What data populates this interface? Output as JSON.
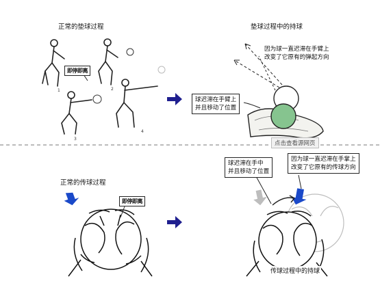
{
  "top_left": {
    "title": "正常的垫球过程",
    "tag": "即停即离",
    "step_numbers": [
      "1",
      "2",
      "3",
      "4"
    ]
  },
  "top_right": {
    "title": "垫球过程中的持球",
    "callout_ball": "球迟滞在手臂上\n并且移动了位置",
    "callout_direction": "因为球一直迟滞在手臂上\n改变了它原有的弹起方向",
    "link_tab": "点击查看源网页"
  },
  "bottom_left": {
    "title": "正常的传球过程",
    "tag": "即停即离"
  },
  "bottom_right": {
    "callout_ball": "球迟滞在手中\n并且移动了位置",
    "callout_direction": "因为球一直迟滞在手掌上\n改变了它原有的传球方向",
    "caption": "传球过程中的持球"
  },
  "colors": {
    "arrow_blue": "#1f1f8f",
    "up_blue": "#1a49c9",
    "ball_green": "#86c48f",
    "ghost_gray": "#bdbdbd"
  }
}
